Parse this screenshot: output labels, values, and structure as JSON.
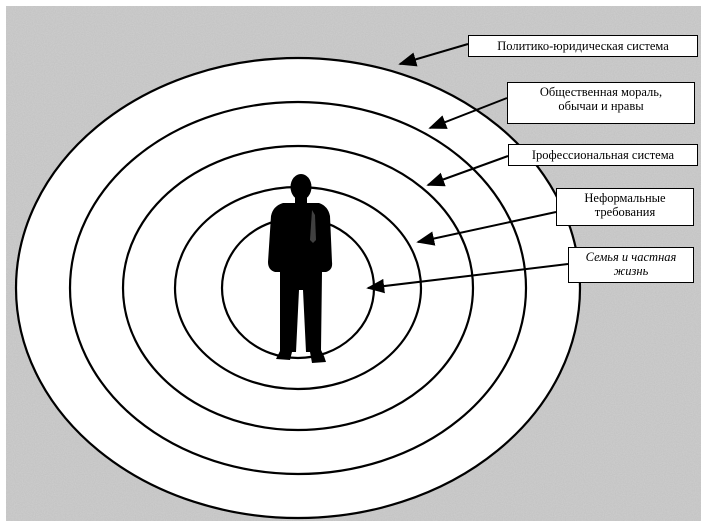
{
  "diagram": {
    "colors": {
      "background_noise": "#b8b8b8",
      "ring_fill": "#ffffff",
      "ring_stroke": "#000000",
      "silhouette": "#000000"
    },
    "labels": [
      {
        "lines": [
          "Политико-юридическая система"
        ],
        "italic": false
      },
      {
        "lines": [
          "Общественная мораль,",
          "обычаи и нравы"
        ],
        "italic": false
      },
      {
        "lines": [
          "Iрофессиональная система"
        ],
        "italic": false
      },
      {
        "lines": [
          "Неформальные",
          "требования"
        ],
        "italic": false
      },
      {
        "lines": [
          "Семья и частная",
          "жизнь"
        ],
        "italic": true
      }
    ],
    "center_icon": "person-silhouette-icon"
  }
}
